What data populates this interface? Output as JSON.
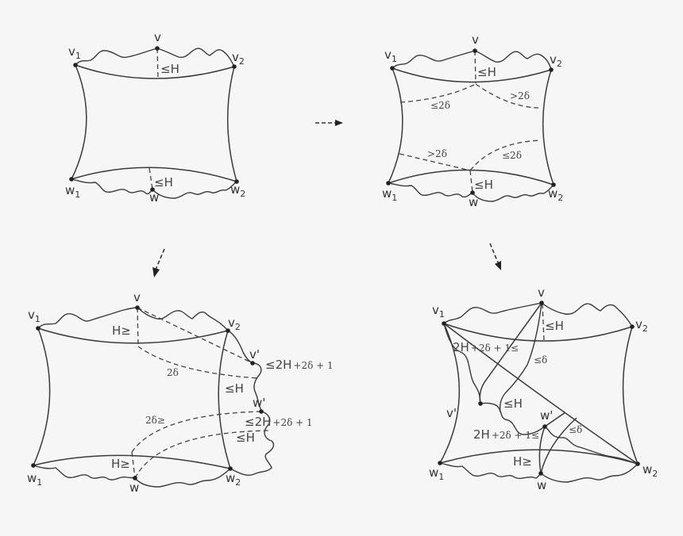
{
  "diagram": {
    "background": "#f6f6f6",
    "stroke_color": "#3a3a3a",
    "panels": [
      {
        "id": "top-left",
        "vertices": {
          "v": "v",
          "v1": "v",
          "v1_sub": "1",
          "v2": "v",
          "v2_sub": "2",
          "w": "w",
          "w1": "w",
          "w1_sub": "1",
          "w2": "w",
          "w2_sub": "2"
        },
        "annotations": [
          "≤H",
          "≤H"
        ]
      },
      {
        "id": "top-right",
        "vertices": {
          "v": "v",
          "v1": "v",
          "v1_sub": "1",
          "v2": "v",
          "v2_sub": "2",
          "w": "w",
          "w1": "w",
          "w1_sub": "1",
          "w2": "w",
          "w2_sub": "2"
        },
        "annotations": [
          "≤H",
          "≤2δ",
          ">2δ",
          ">2δ",
          "≤2δ",
          "≤H"
        ]
      },
      {
        "id": "bottom-left",
        "vertices": {
          "v": "v",
          "v1": "v",
          "v1_sub": "1",
          "v2": "v",
          "v2_sub": "2",
          "vprime": "v'",
          "wprime": "w'",
          "w": "w",
          "w1": "w",
          "w1_sub": "1",
          "w2": "w",
          "w2_sub": "2"
        },
        "annotations": [
          "H≥",
          "2δ",
          "≤2H",
          "+2δ + 1",
          "≤H",
          "2δ≥",
          "≤2H",
          "+2δ + 1",
          "≤H",
          "H≥"
        ]
      },
      {
        "id": "bottom-right",
        "vertices": {
          "v": "v",
          "v1": "v",
          "v1_sub": "1",
          "v2": "v",
          "v2_sub": "2",
          "vprime": "v'",
          "wprime": "w'",
          "w": "w",
          "w1": "w",
          "w1_sub": "1",
          "w2": "w",
          "w2_sub": "2"
        },
        "annotations": [
          "≤H",
          "2H",
          "+2δ + 1≤",
          "≤δ",
          "≤H",
          "≤δ",
          "2H",
          "+2δ + 1≤",
          "H≥"
        ]
      }
    ],
    "arrows": [
      {
        "id": "arrow-right",
        "direction": "right"
      },
      {
        "id": "arrow-down-left",
        "direction": "down-left"
      },
      {
        "id": "arrow-down-right",
        "direction": "down-right"
      }
    ]
  }
}
